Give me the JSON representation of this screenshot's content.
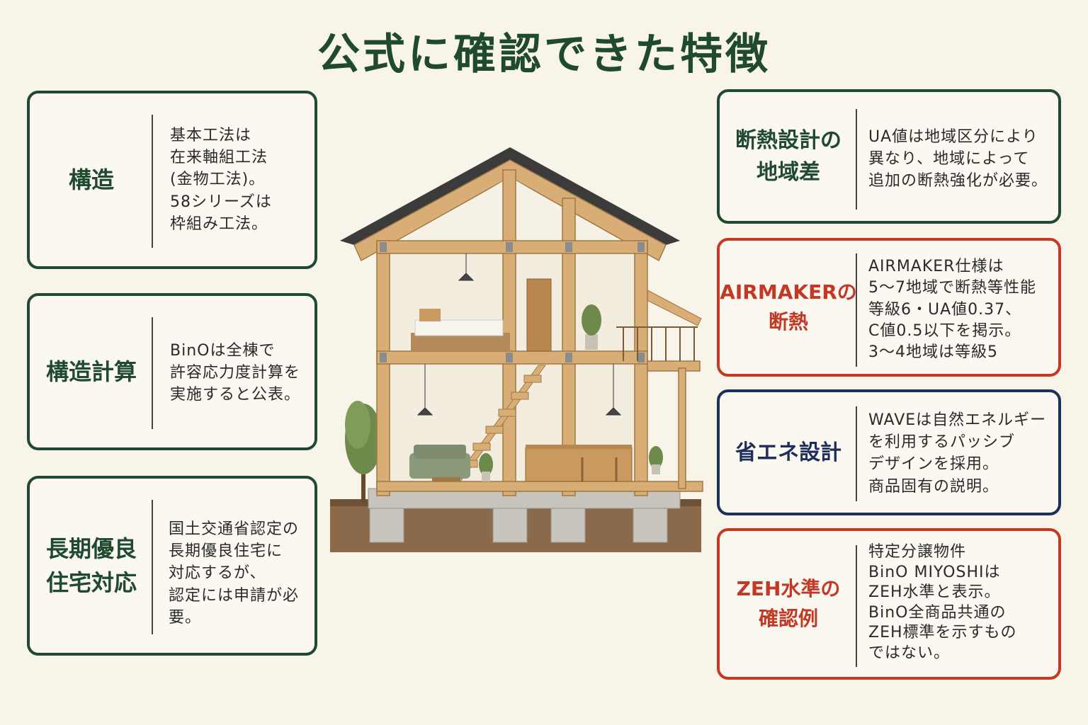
{
  "title": "公式に確認できた特徴",
  "left_cards": [
    {
      "label": "構造",
      "desc": "基本工法は\n在来軸組工法\n(金物工法)。\n58シリーズは\n枠組み工法。"
    },
    {
      "label": "構造計算",
      "desc": "BinOは全棟で\n許容応力度計算を\n実施すると公表。"
    },
    {
      "label": "長期優良\n住宅対応",
      "desc": "国土交通省認定の\n長期優良住宅に\n対応するが、\n認定には申請が必要。"
    }
  ],
  "right_cards": [
    {
      "label": "断熱設計の\n地域差",
      "desc": "UA値は地域区分により\n異なり、地域によって\n追加の断熱強化が必要。",
      "accent": "#1f4a2f"
    },
    {
      "label": "AIRMAKERの\n断熱",
      "desc": "AIRMAKER仕様は\n5〜7地域で断熱等性能\n等級6・UA値0.37、\nC値0.5以下を掲示。\n3〜4地域は等級5",
      "accent": "#c23a26"
    },
    {
      "label": "省エネ設計",
      "desc": "WAVEは自然エネルギー\nを利用するパッシブ\nデザインを採用。\n商品固有の説明。",
      "accent": "#1d2f5a"
    },
    {
      "label": "ZEH水準の\n確認例",
      "desc": "特定分譲物件\nBinO MIYOSHIは\nZEH水準と表示。\nBinO全商品共通の\nZEH標準を示すもの\nではない。",
      "accent": "#c23a26"
    }
  ],
  "colors": {
    "green": "#1f4a2f",
    "red": "#c23a26",
    "navy": "#1d2f5a",
    "wood": "#d9ad76",
    "background": "#f8f4ea"
  },
  "illustration": "house-cross-section-icon"
}
